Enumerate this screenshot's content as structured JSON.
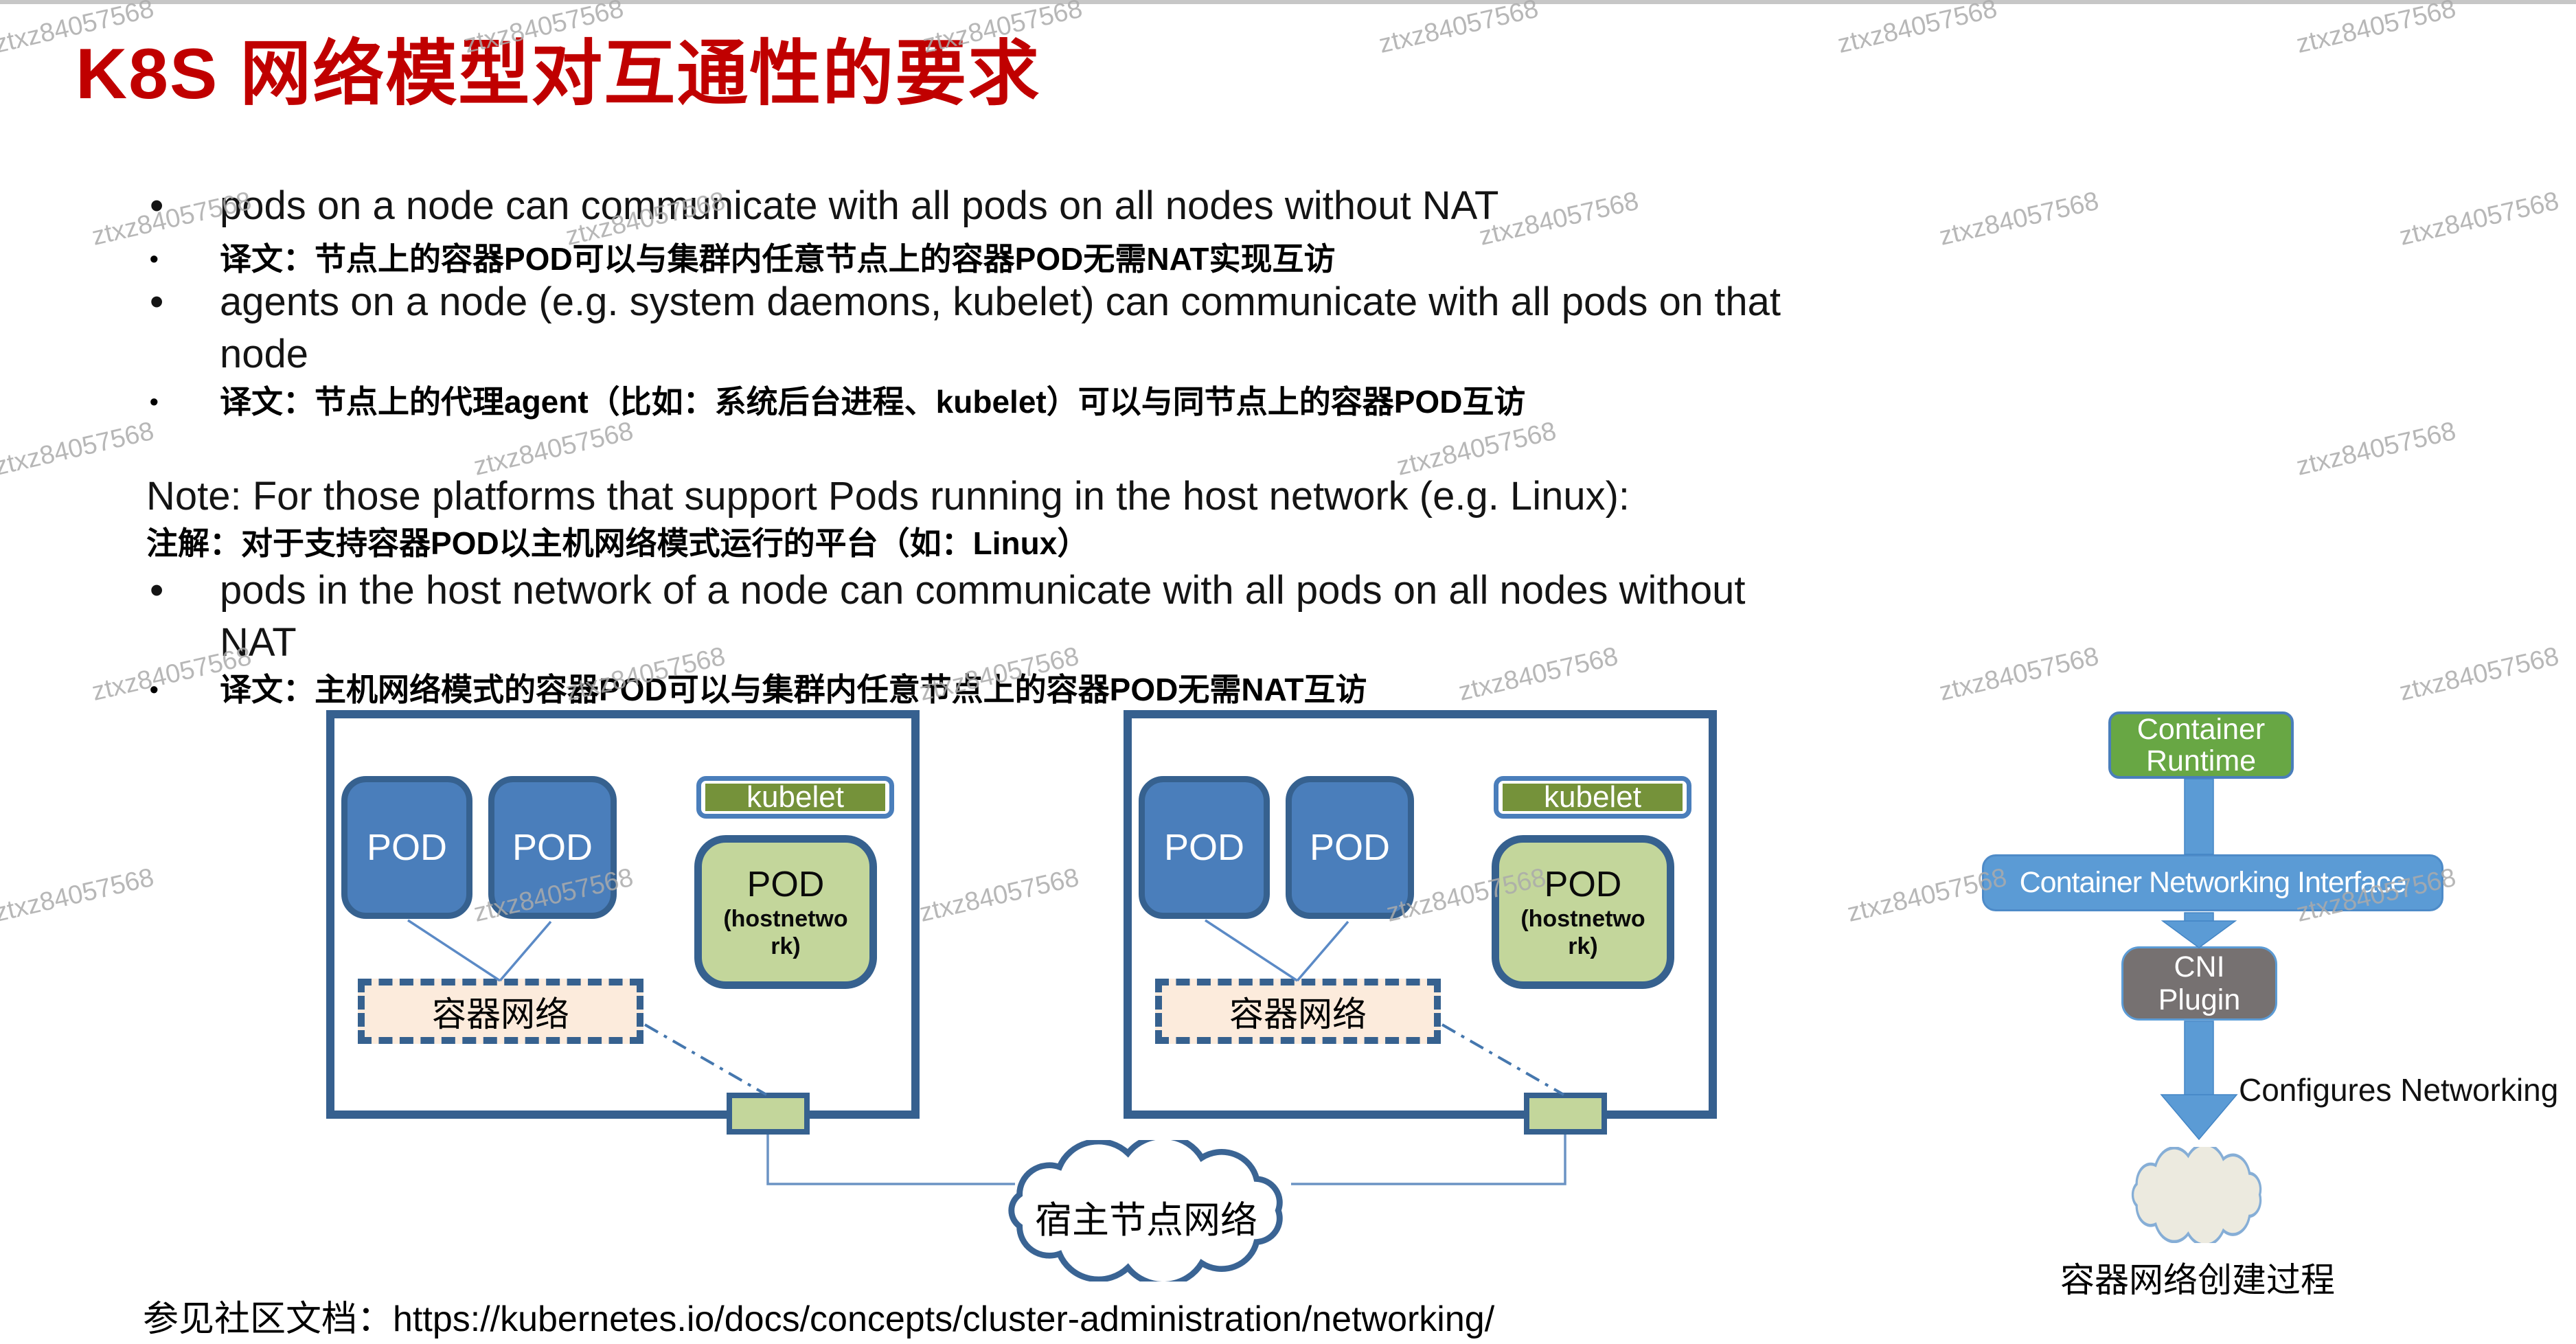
{
  "watermark": {
    "text": "ztxz84057568"
  },
  "glyphs": {
    "bullet": "•"
  },
  "title": {
    "text": "K8S 网络模型对互通性的要求",
    "color": "#C00000"
  },
  "bullets": {
    "b1_en": "pods on a node can communicate with all pods on all nodes ",
    "b1_en_bold": "without NAT",
    "b1_zh": "译文：节点上的容器POD可以与集群内任意节点上的容器POD无需NAT实现互访",
    "b2_en_line1": "agents on a node (e.g. system daemons, kubelet) can communicate with all pods on that",
    "b2_en_line2": "node",
    "b2_zh": "译文：节点上的代理agent（比如：系统后台进程、kubelet）可以与同节点上的容器POD互访"
  },
  "note": {
    "en": "Note: For those platforms that support Pods running in the host network (e.g. Linux):",
    "zh": "注解：对于支持容器POD以主机网络模式运行的平台（如：Linux）",
    "b_en_line1": "pods in the host network of a node can communicate with all pods on all nodes without",
    "b_en_line2": "NAT",
    "b_zh": "译文：主机网络模式的容器POD可以与集群内任意节点上的容器POD无需NAT互访"
  },
  "diagram": {
    "pod": "POD",
    "kubelet": "kubelet",
    "hostpod_title": "POD",
    "hostpod_sub1": "(hostnetwo",
    "hostpod_sub2": "rk)",
    "container_network": "容器网络",
    "host_network": "宿主节点网络"
  },
  "flow": {
    "runtime": "Container Runtime",
    "cni_interface": "Container Networking Interface",
    "plugin_line1": "CNI",
    "plugin_line2": "Plugin",
    "configures": "Configures Networking",
    "caption": "容器网络创建过程"
  },
  "footer": {
    "prefix": "参见社区文档：",
    "url": "https://kubernetes.io/docs/concepts/cluster-administration/networking/"
  },
  "colors": {
    "title_red": "#C00000",
    "node_border": "#36608F",
    "pod_blue": "#4A7EBB",
    "kubelet_green": "#75923A",
    "hostpod_green": "#C3D69B",
    "container_network_fill": "#FCEBDC",
    "nic_fill": "#C3D69B",
    "connector_blue": "#5B8AC6",
    "runtime_green": "#68A744",
    "cni_bar_blue": "#5B9BD5",
    "plugin_gray": "#767171",
    "arrow_blue": "#5B9BD5",
    "cloud_border": "#3A6494",
    "small_cloud_fill": "#ECEADF",
    "small_cloud_border": "#86AED6",
    "watermark_gray": "#ABABAB"
  }
}
